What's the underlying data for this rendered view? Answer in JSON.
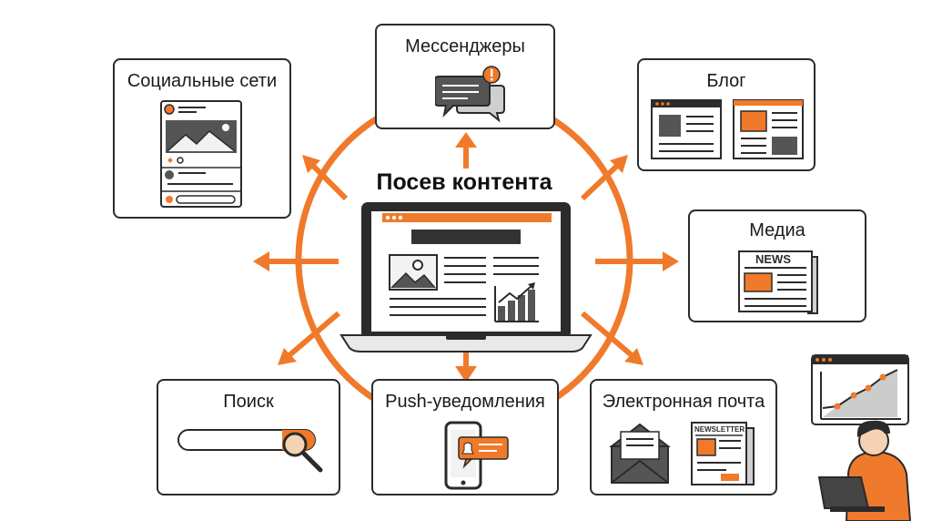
{
  "diagram": {
    "center": {
      "title": "Посев контента"
    },
    "channels": [
      {
        "id": "social",
        "label": "Социальные сети"
      },
      {
        "id": "messengers",
        "label": "Мессенджеры"
      },
      {
        "id": "blog",
        "label": "Блог"
      },
      {
        "id": "media",
        "label": "Медиа"
      },
      {
        "id": "search",
        "label": "Поиск"
      },
      {
        "id": "push",
        "label": "Push-уведомления"
      },
      {
        "id": "email",
        "label": "Электронная почта"
      }
    ],
    "icon_texts": {
      "news": "NEWS",
      "newsletter": "NEWSLETTER"
    },
    "colors": {
      "accent": "#f07a2b",
      "outline": "#2b2b2b",
      "gray": "#555555",
      "light": "#f2f2f2"
    }
  }
}
